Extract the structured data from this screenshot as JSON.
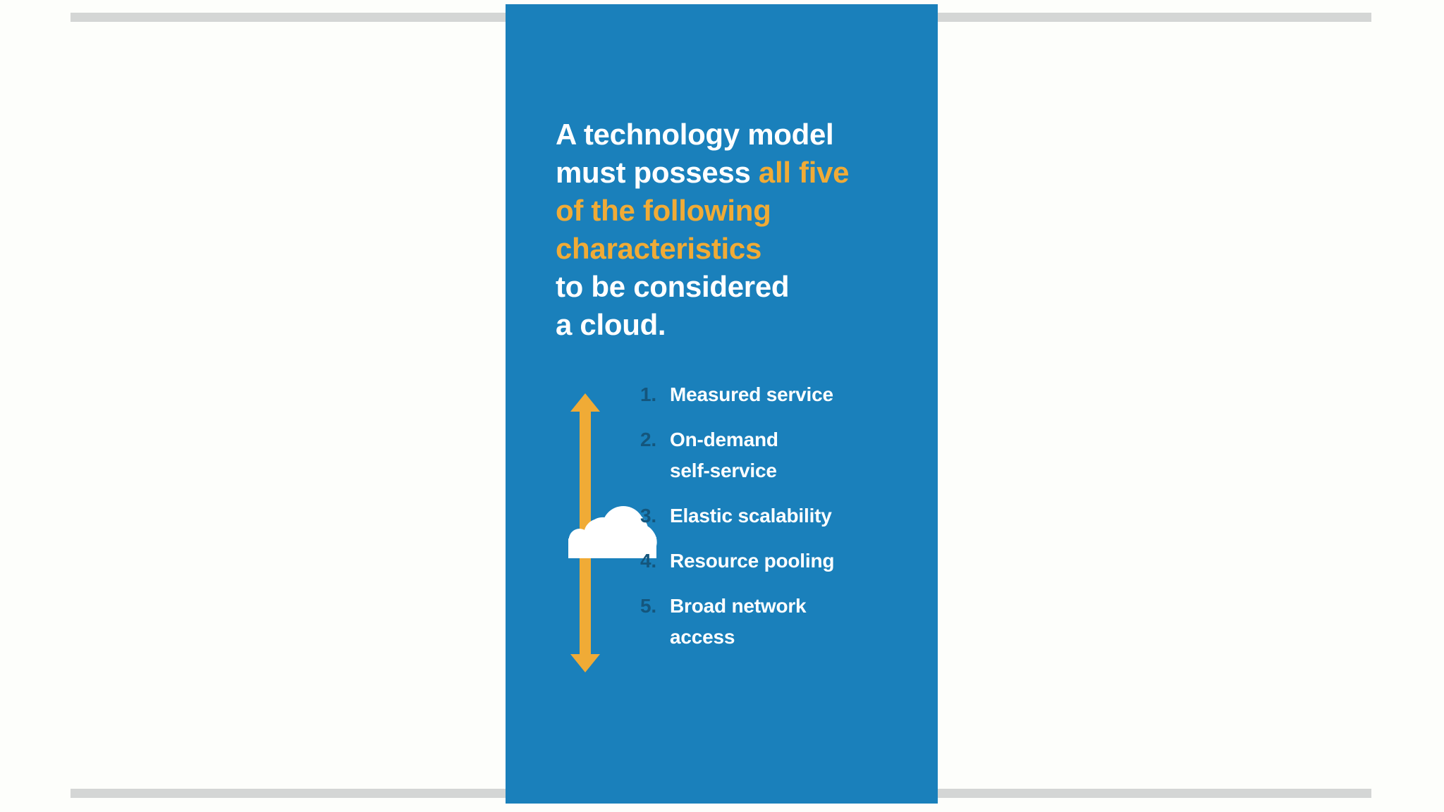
{
  "slide": {
    "background_color": "#fdfefb",
    "panel_color": "#1a80bb",
    "accent_color": "#f0ab36",
    "number_color": "#14567d",
    "rule_color": "#d4d6d5",
    "heading": {
      "line1_white": "A technology model",
      "line2_white": "must possess ",
      "line2_accent": "all five",
      "line3_accent": "of the following",
      "line4_accent": "characteristics",
      "line5_white": "to be considered",
      "line6_white": "a cloud."
    },
    "graphic": {
      "arrow_name": "double-headed-vertical-arrow",
      "cloud_name": "cloud-icon"
    },
    "characteristics": [
      {
        "number": "1.",
        "label": "Measured service"
      },
      {
        "number": "2.",
        "label": "On-demand\nself-service"
      },
      {
        "number": "3.",
        "label": "Elastic scalability"
      },
      {
        "number": "4.",
        "label": "Resource pooling"
      },
      {
        "number": "5.",
        "label": "Broad network\naccess"
      }
    ]
  }
}
